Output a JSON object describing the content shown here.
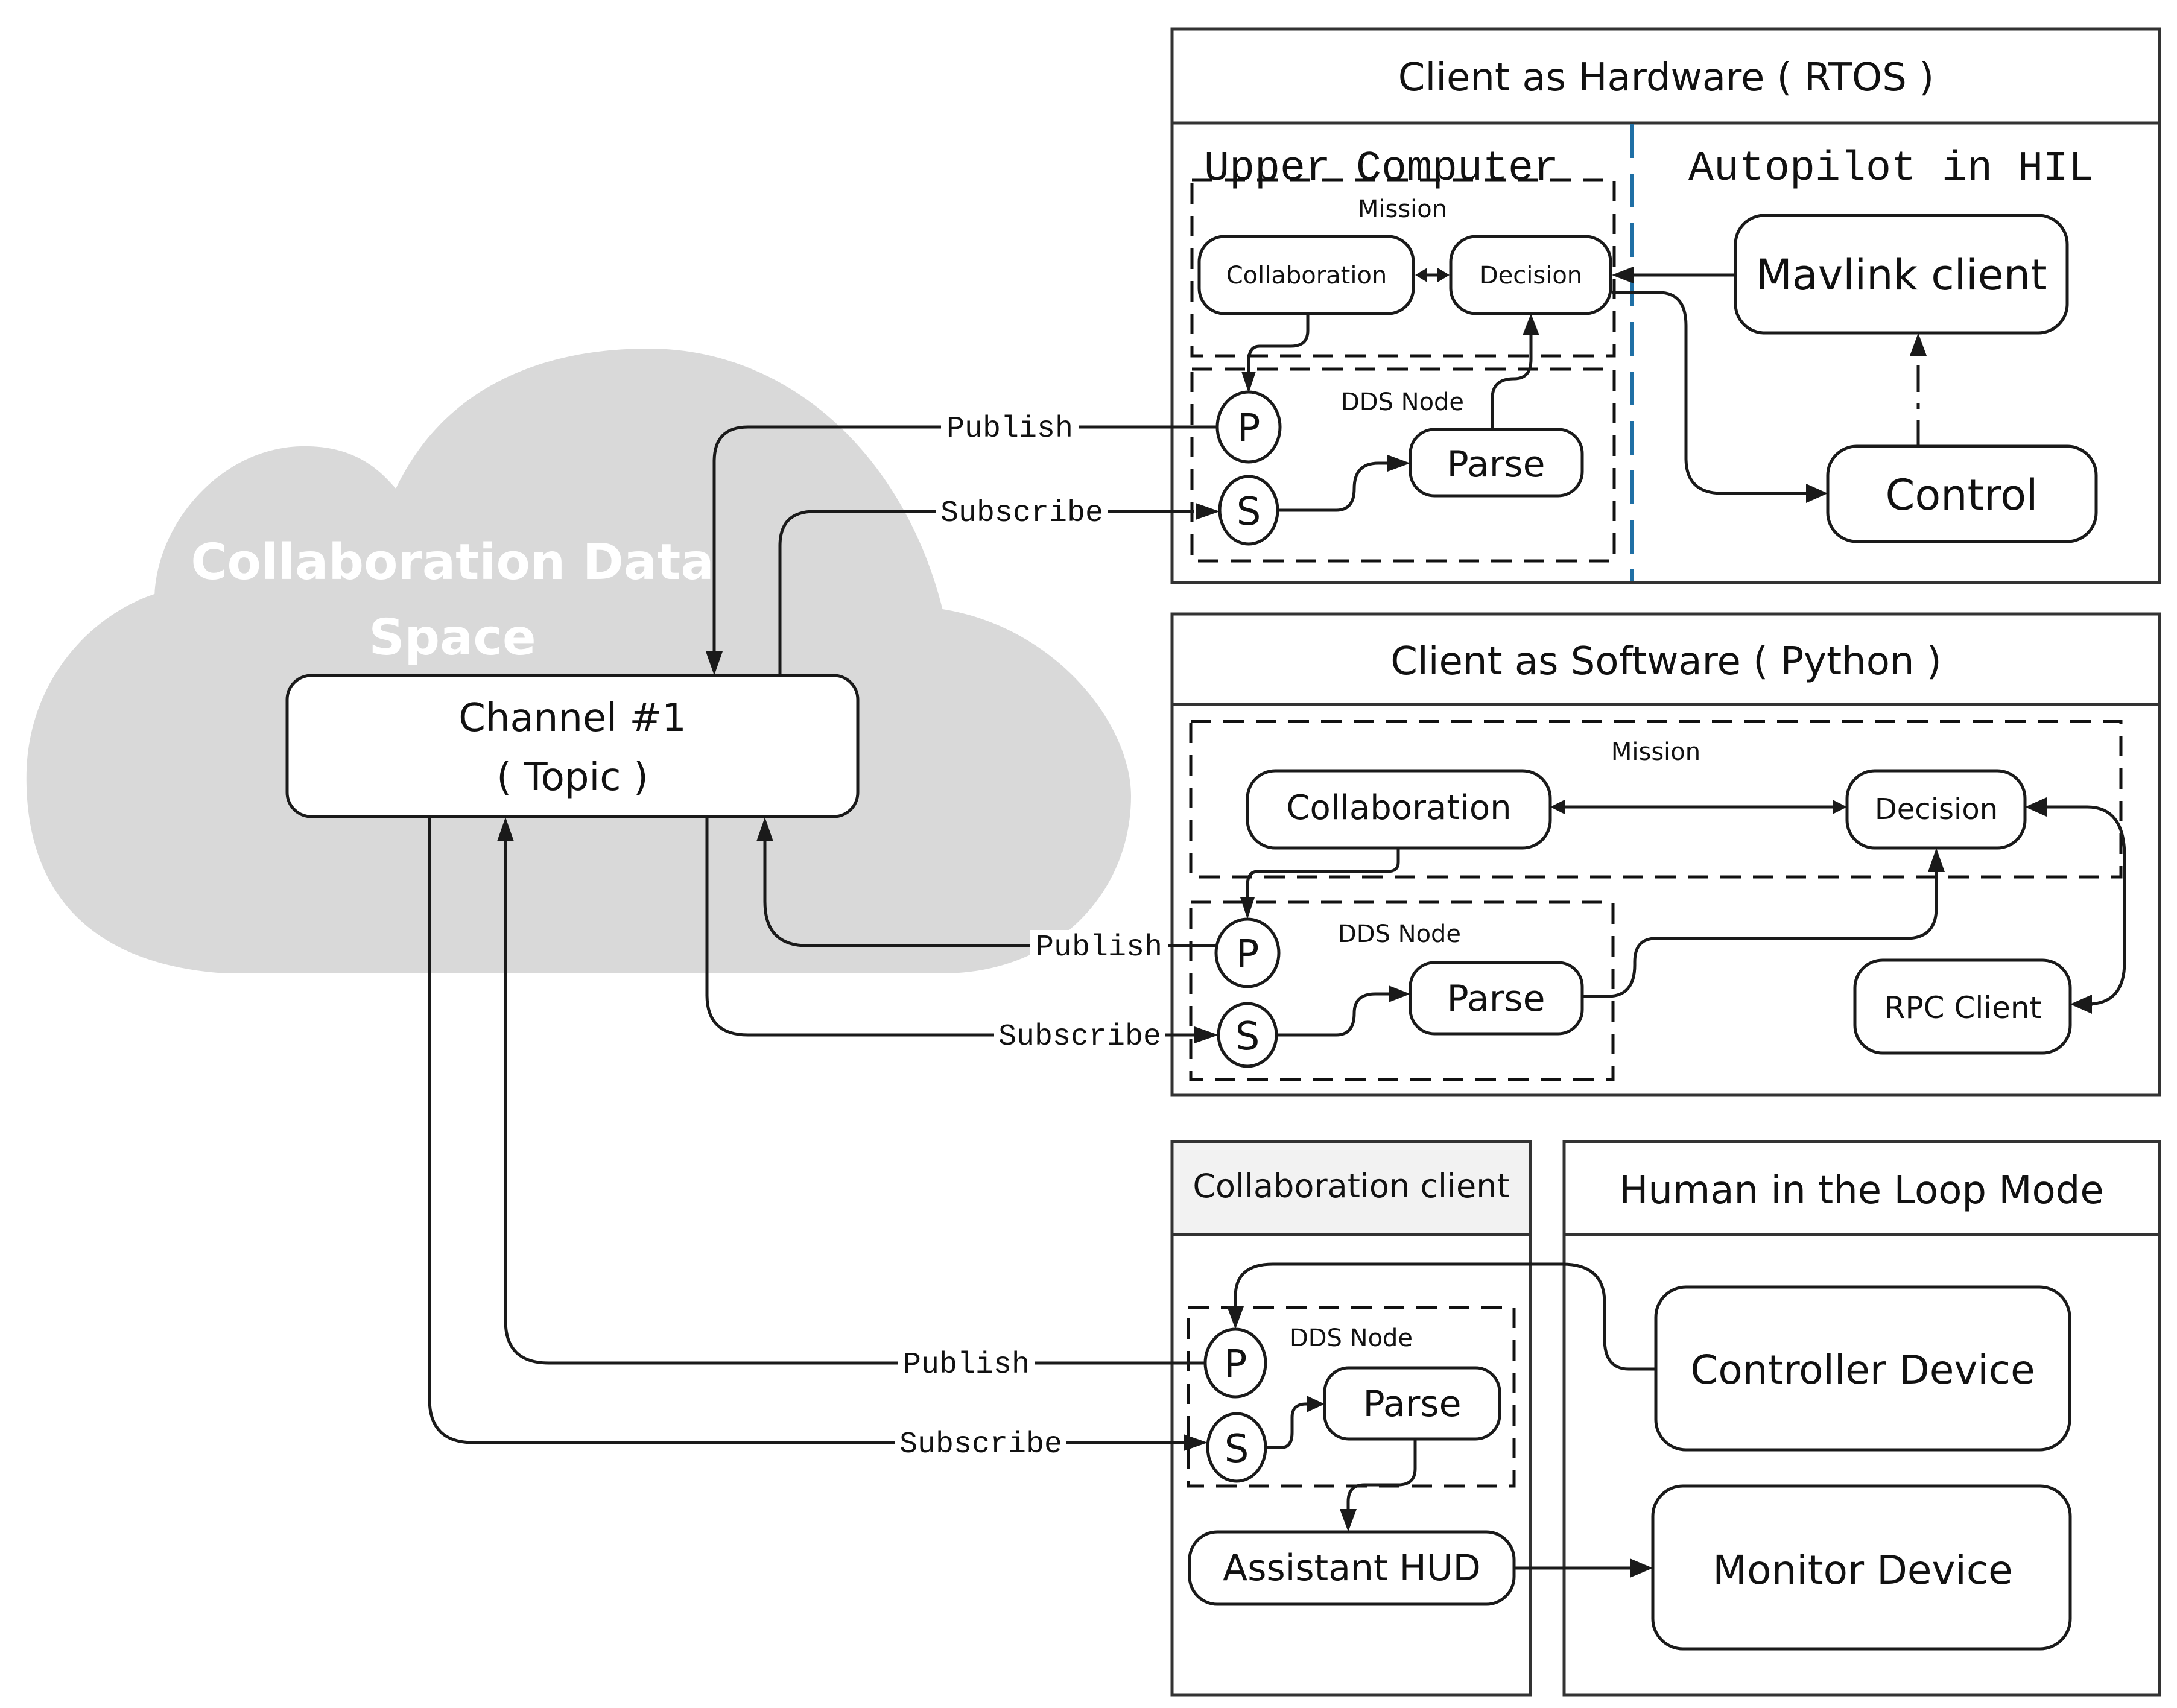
{
  "cloud": {
    "title_line1": "Collaboration Data",
    "title_line2": "Space",
    "color": "#d9d9d9",
    "channel": {
      "line1": "Channel #1",
      "line2": "( Topic )"
    }
  },
  "edge_labels": {
    "publish": "Publish",
    "subscribe": "Subscribe"
  },
  "hardware": {
    "title": "Client as Hardware ( RTOS )",
    "left_section": "Upper Computer",
    "right_section": "Autopilot in HIL",
    "divider_color": "#1f6fa5",
    "mission_label": "Mission",
    "collaboration": "Collaboration",
    "decision": "Decision",
    "dds_label": "DDS Node",
    "publisher": "P",
    "subscriber": "S",
    "parse": "Parse",
    "mavlink": "Mavlink client",
    "control": "Control"
  },
  "software": {
    "title": "Client as Software ( Python )",
    "mission_label": "Mission",
    "collaboration": "Collaboration",
    "decision": "Decision",
    "dds_label": "DDS Node",
    "publisher": "P",
    "subscriber": "S",
    "parse": "Parse",
    "rpc": "RPC Client"
  },
  "collab_client": {
    "title": "Collaboration client",
    "header_fill": "#f2f2f2",
    "dds_label": "DDS Node",
    "publisher": "P",
    "subscriber": "S",
    "parse": "Parse",
    "hud": "Assistant HUD"
  },
  "hil": {
    "title": "Human in the Loop Mode",
    "controller": "Controller Device",
    "monitor": "Monitor Device"
  }
}
